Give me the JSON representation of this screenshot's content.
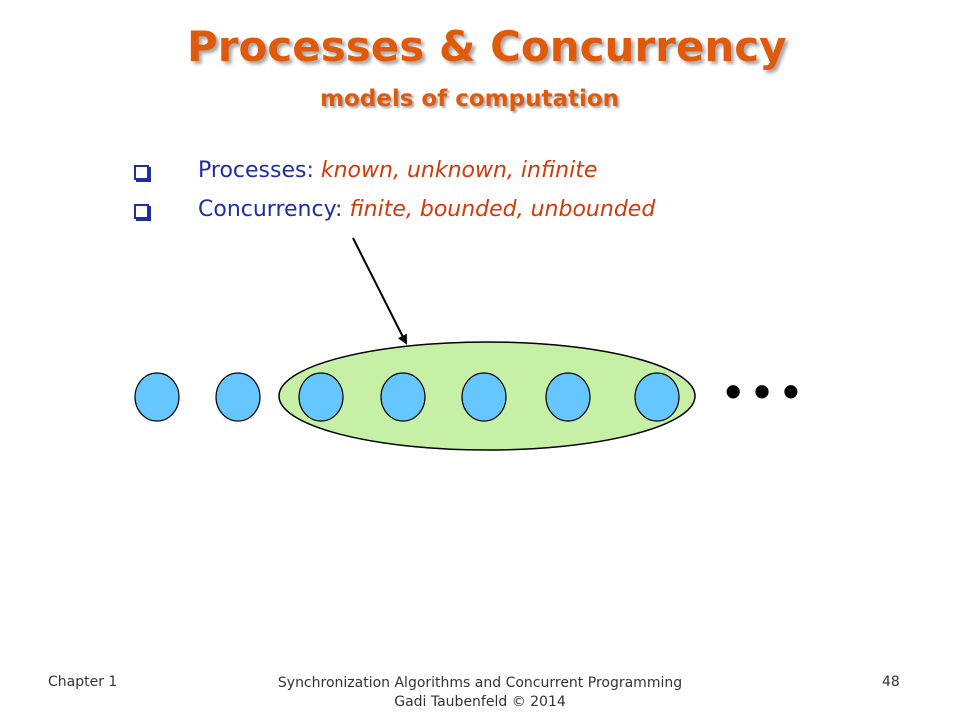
{
  "slide": {
    "title": "Processes & Concurrency",
    "subtitle": "models of computation",
    "bullets": [
      {
        "label": "Processes:",
        "values": "known, unknown, infinite"
      },
      {
        "label": "Concurrency:",
        "values": "finite, bounded, unbounded"
      }
    ]
  },
  "diagram": {
    "ellipsis": "• • •",
    "colors": {
      "process_fill": "#66c6ff",
      "process_stroke": "#000000",
      "group_fill": "#c6f0a6",
      "title": "#e05a0c",
      "bullet_label": "#1f2fa0",
      "bullet_values": "#d03a0a"
    }
  },
  "footer": {
    "chapter": "Chapter 1",
    "book_title": "Synchronization Algorithms and Concurrent Programming",
    "author": "Gadi Taubenfeld © 2014",
    "page_number": "48"
  }
}
